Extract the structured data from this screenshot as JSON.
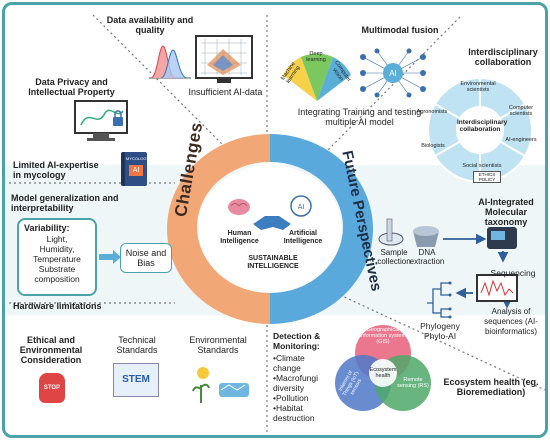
{
  "challenges": {
    "ring_label": "Challenges",
    "data_availability": "Data availability and quality",
    "insufficient_ai_data": "Insufficient AI-data",
    "data_privacy": "Data Privacy and Intellectual Property",
    "limited_ai": "Limited AI-expertise in mycology",
    "model_generalization": "Model generalization and interpretability",
    "variability_title": "Variability:",
    "variability_items": [
      "Light,",
      "Humidity,",
      "Temperature",
      "Substrate",
      "composition"
    ],
    "noise_bias": "Noise and Bias",
    "hardware": "Hardware limitations",
    "ethical": "Ethical and Environmental Consideration",
    "technical_standards": "Technical Standards",
    "environmental_standards": "Environmental Standards",
    "book_label": "MYCOLOGY",
    "book_ai": "AI",
    "stop_label": "STOP",
    "stem_label": "STEM"
  },
  "center": {
    "human": "Human Intelligence",
    "artificial": "Artificial Intelligence",
    "sustainable": "SUSTAINABLE INTELLIGENCE",
    "ai_label": "AI"
  },
  "future": {
    "ring_label": "Future Perspectives",
    "multimodal": "Multimodal fusion",
    "fusion_segments": [
      "Machine learning",
      "Deep learning",
      "Computer vision"
    ],
    "ai_label": "AI",
    "integrating": "Integrating Training and testing multiple AI model",
    "interdisciplinary": "Interdisciplinary collaboration",
    "collab_center": "Interdisciplinary collaboration",
    "collab_roles": [
      "Environmental scientists",
      "Computer scientists",
      "AI-engineers",
      "Social scientists",
      "Biologists",
      "Agronomists"
    ],
    "ethics_policy": "ETHICS POLICY",
    "ai_taxonomy": "AI-Integrated Molecular taxonomy",
    "sample_collection": "Sample collection",
    "dna_extraction": "DNA extraction",
    "sequencing": "Sequencing",
    "phylogeny": "Phylogeny Phylo-AI",
    "analysis": "Analysis of sequences (AI-bioinformatics)",
    "detection_title": "Detection & Monitoring:",
    "detection_items": [
      "•Climate change",
      "•Macrofungi diversity",
      "•Pollution",
      "•Habitat destruction"
    ],
    "venn": [
      "Geographical information system (GIS)",
      "Ecosystem health",
      "Remote sensing (RS)",
      "Internet of Things (IoT) sensors"
    ],
    "ecosystem_health": "Ecosystem health (eg. Bioremediation)"
  },
  "colors": {
    "frame": "#4aa3a8",
    "challenges": "#f2a777",
    "future": "#5aa9dd",
    "light_panel": "#e9f4f5"
  }
}
